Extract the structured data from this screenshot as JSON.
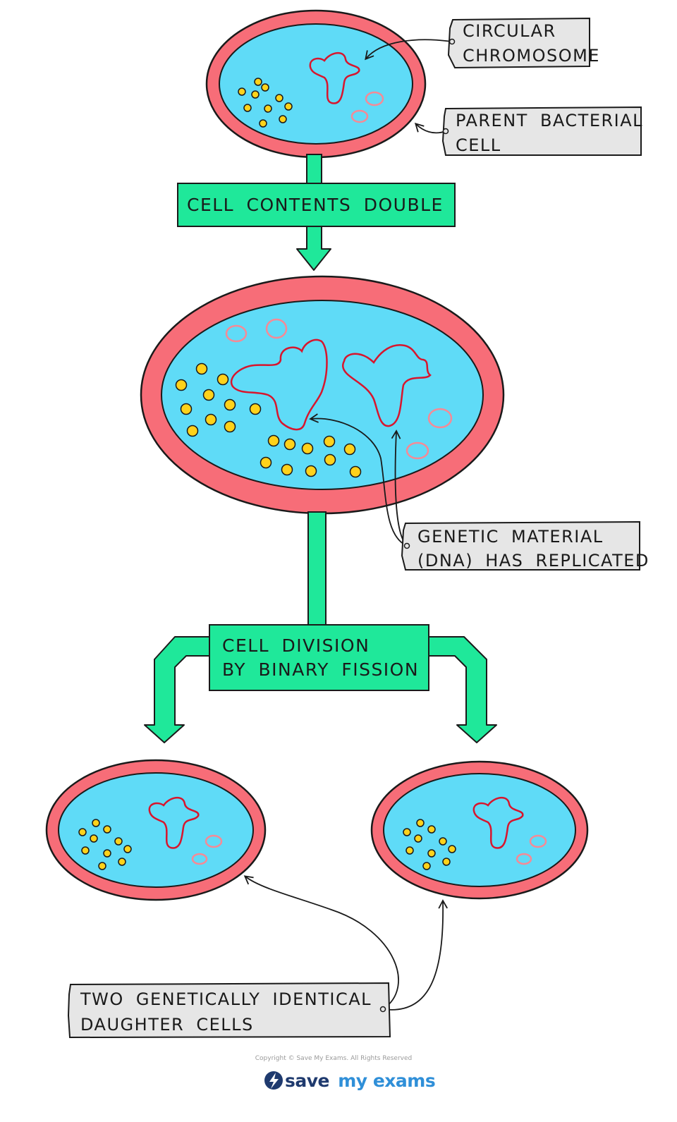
{
  "labels": {
    "circular_chromosome": [
      "CIRCULAR",
      "CHROMOSOME"
    ],
    "parent_cell": [
      "PARENT BACTERIAL",
      "CELL"
    ],
    "genetic_material": [
      "GENETIC MATERIAL",
      "(DNA) HAS REPLICATED"
    ],
    "daughter_cells": [
      "TWO GENETICALLY IDENTICAL",
      "DAUGHTER CELLS"
    ]
  },
  "steps": {
    "contents_double": "CELL CONTENTS DOUBLE",
    "binary_fission": [
      "CELL DIVISION",
      "BY BINARY FISSION"
    ]
  },
  "footer": {
    "copyright": "Copyright © Save My Exams. All Rights Reserved",
    "logo_save": "save",
    "logo_my": "my",
    "logo_exams": "exams"
  },
  "colors": {
    "cell_wall": "#f76d78",
    "cytoplasm": "#5fdbf7",
    "chromosome": "#d8152d",
    "plasmid": "#f58a96",
    "ribosome": "#ffd21a",
    "arrow": "#1fe89a",
    "label_box": "#e6e6e6",
    "logo_blue": "#1f3a6e",
    "logo_accent": "#2f8fd8"
  }
}
